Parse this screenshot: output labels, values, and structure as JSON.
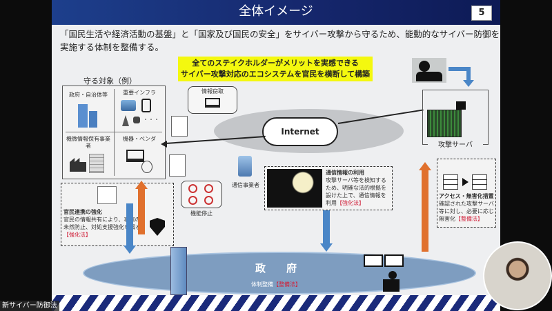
{
  "slide": {
    "title": "全体イメージ",
    "page_number": "5",
    "intro_line1": "「国民生活や経済活動の基盤」と「国家及び国民の安全」をサイバー攻撃から守るため、能動的なサイバー防御を",
    "intro_line2": "実施する体制を整備する。",
    "highlight_line1": "全てのステイクホルダーがメリットを実感できる",
    "highlight_line2": "サイバー攻撃対応のエコシステムを官民を横断して構築",
    "protected": {
      "title": "守る対象（例）",
      "q1": "政府・自治体等",
      "q2": "重要インフラ",
      "q3": "機微情報保有事業者",
      "q4": "機器・ベンダ",
      "ellipsis": "・・・"
    },
    "info_theft": "情報窃取",
    "function_stop": "機能停止",
    "internet": "Internet",
    "telecom": "通信事業者",
    "attack_server": "攻撃サーバ",
    "comm_info": {
      "heading": "通信情報の利用",
      "body": "攻撃サーバ等を検知するため、明確な法的根拠を設けた上で、通信情報を利用",
      "law": "【強化法】"
    },
    "access": {
      "heading": "アクセス・無害化措置",
      "body": "確認された攻撃サーバ等に対し、必要に応じ無害化",
      "law": "【整備法】"
    },
    "public_private": {
      "heading": "官民連携の強化",
      "body": "官民の情報共有により、事案の未然防止、対処支援強化を図る",
      "law": "【強化法】"
    },
    "government": {
      "label": "政　　府",
      "sub": "体制整備",
      "law": "【整備法】"
    }
  },
  "video": {
    "caption": "新サイバー防御法"
  },
  "colors": {
    "header": "#15266b",
    "highlight": "#f4f80f",
    "arrow_blue": "#4a86c7",
    "arrow_orange": "#e0702d",
    "law_red": "#d0203a"
  }
}
